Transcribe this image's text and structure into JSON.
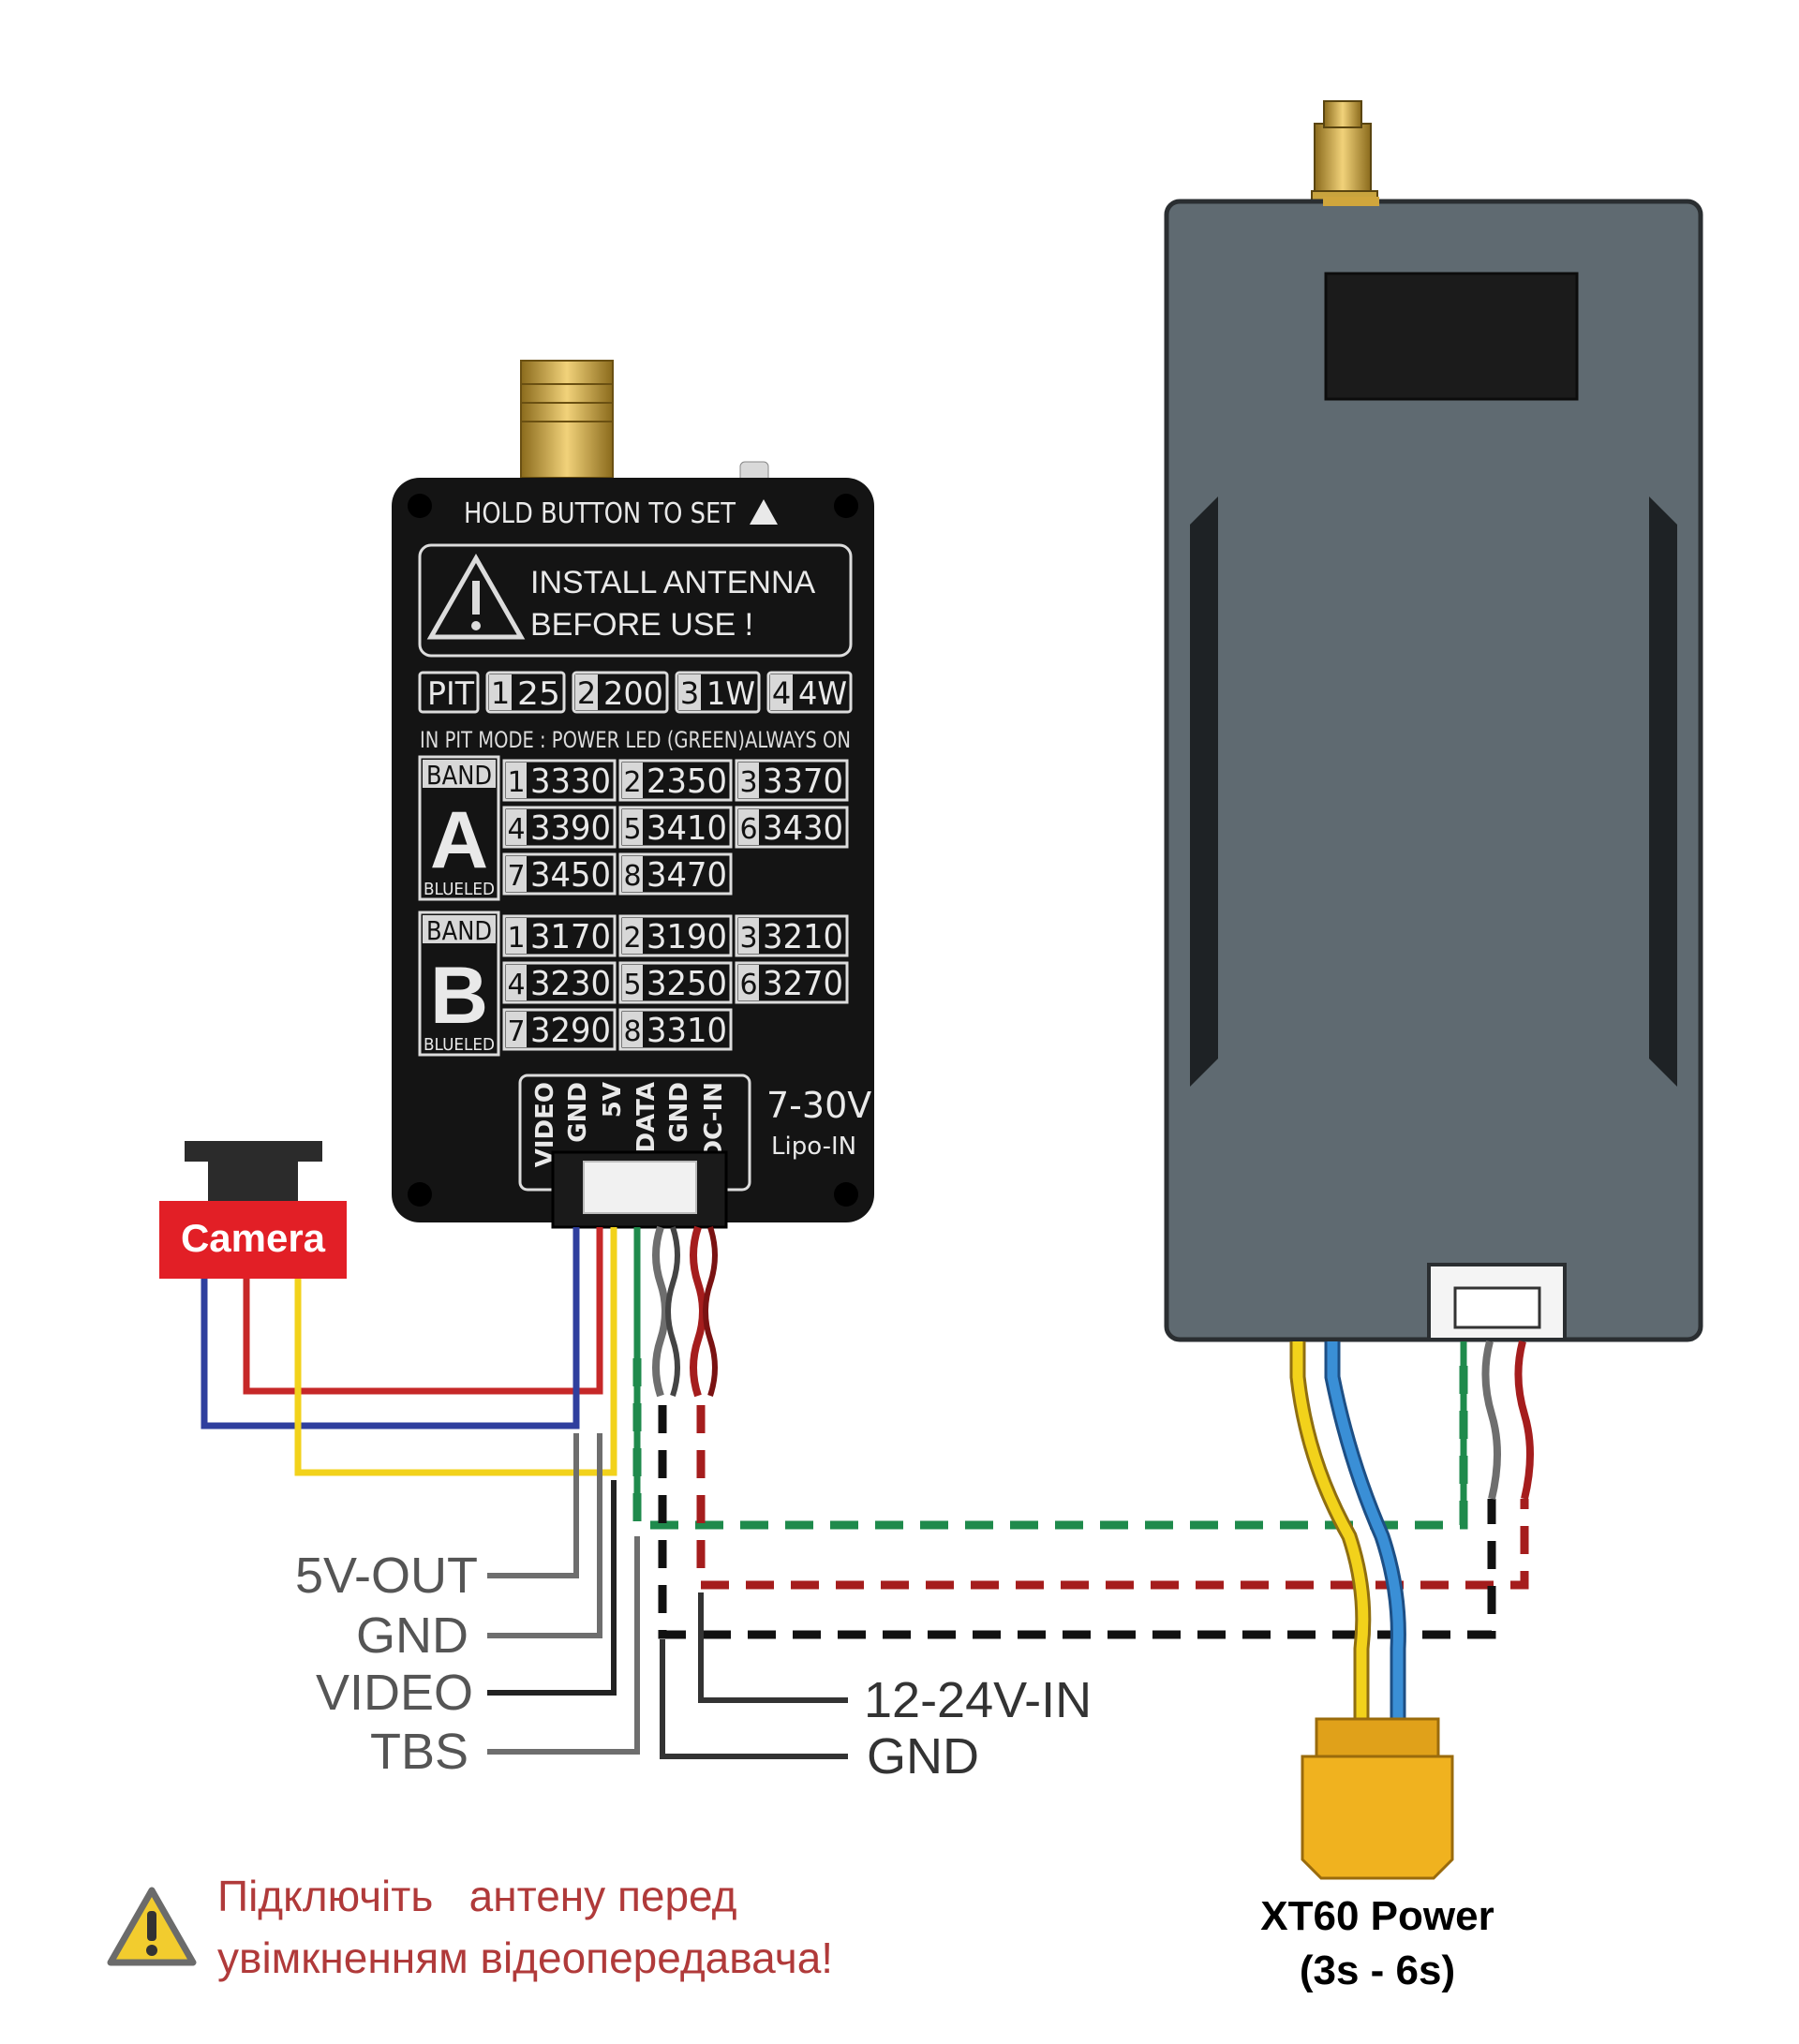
{
  "vtx": {
    "hold_button": "HOLD BUTTON TO SET",
    "warning_line1": "INSTALL ANTENNA",
    "warning_line2": "BEFORE USE !",
    "power_levels": [
      {
        "num": "",
        "val": "PIT"
      },
      {
        "num": "1",
        "val": "25"
      },
      {
        "num": "2",
        "val": "200"
      },
      {
        "num": "3",
        "val": "1W"
      },
      {
        "num": "4",
        "val": "4W"
      }
    ],
    "pit_mode_note": "IN PIT MODE : POWER LED (GREEN)ALWAYS ON",
    "band_label": "BAND",
    "led_label": "BLUELED",
    "bands": [
      {
        "letter": "A",
        "channels": [
          {
            "num": "1",
            "freq": "3330"
          },
          {
            "num": "2",
            "freq": "2350"
          },
          {
            "num": "3",
            "freq": "3370"
          },
          {
            "num": "4",
            "freq": "3390"
          },
          {
            "num": "5",
            "freq": "3410"
          },
          {
            "num": "6",
            "freq": "3430"
          },
          {
            "num": "7",
            "freq": "3450"
          },
          {
            "num": "8",
            "freq": "3470"
          }
        ]
      },
      {
        "letter": "B",
        "channels": [
          {
            "num": "1",
            "freq": "3170"
          },
          {
            "num": "2",
            "freq": "3190"
          },
          {
            "num": "3",
            "freq": "3210"
          },
          {
            "num": "4",
            "freq": "3230"
          },
          {
            "num": "5",
            "freq": "3250"
          },
          {
            "num": "6",
            "freq": "3270"
          },
          {
            "num": "7",
            "freq": "3290"
          },
          {
            "num": "8",
            "freq": "3310"
          }
        ]
      }
    ],
    "pins": [
      "VIDEO",
      "GND",
      "5V",
      "DATA",
      "GND",
      "DC-IN"
    ],
    "voltage": "7-30V",
    "lipo": "Lipo-IN"
  },
  "camera_label": "Camera",
  "left_labels": [
    "5V-OUT",
    "GND",
    "VIDEO",
    "TBS"
  ],
  "right_labels": [
    "12-24V-IN",
    "GND"
  ],
  "xt60_line1": "XT60 Power",
  "xt60_line2": "(3s - 6s)",
  "warning_ua_line1": "Підключіть   антену перед",
  "warning_ua_line2": "увімкненням відеопередавача!",
  "colors": {
    "red": "#c62828",
    "blue": "#2f3f9e",
    "yellow": "#f2d21b",
    "green": "#1f8a4c",
    "black": "#111111",
    "gray": "#6e6e6e",
    "camera_red": "#e21f26",
    "warning_text": "#b03a3a",
    "warning_yellow": "#f2cc2e",
    "xt60": "#f0b21f",
    "controller_gray": "#5f6a71"
  }
}
